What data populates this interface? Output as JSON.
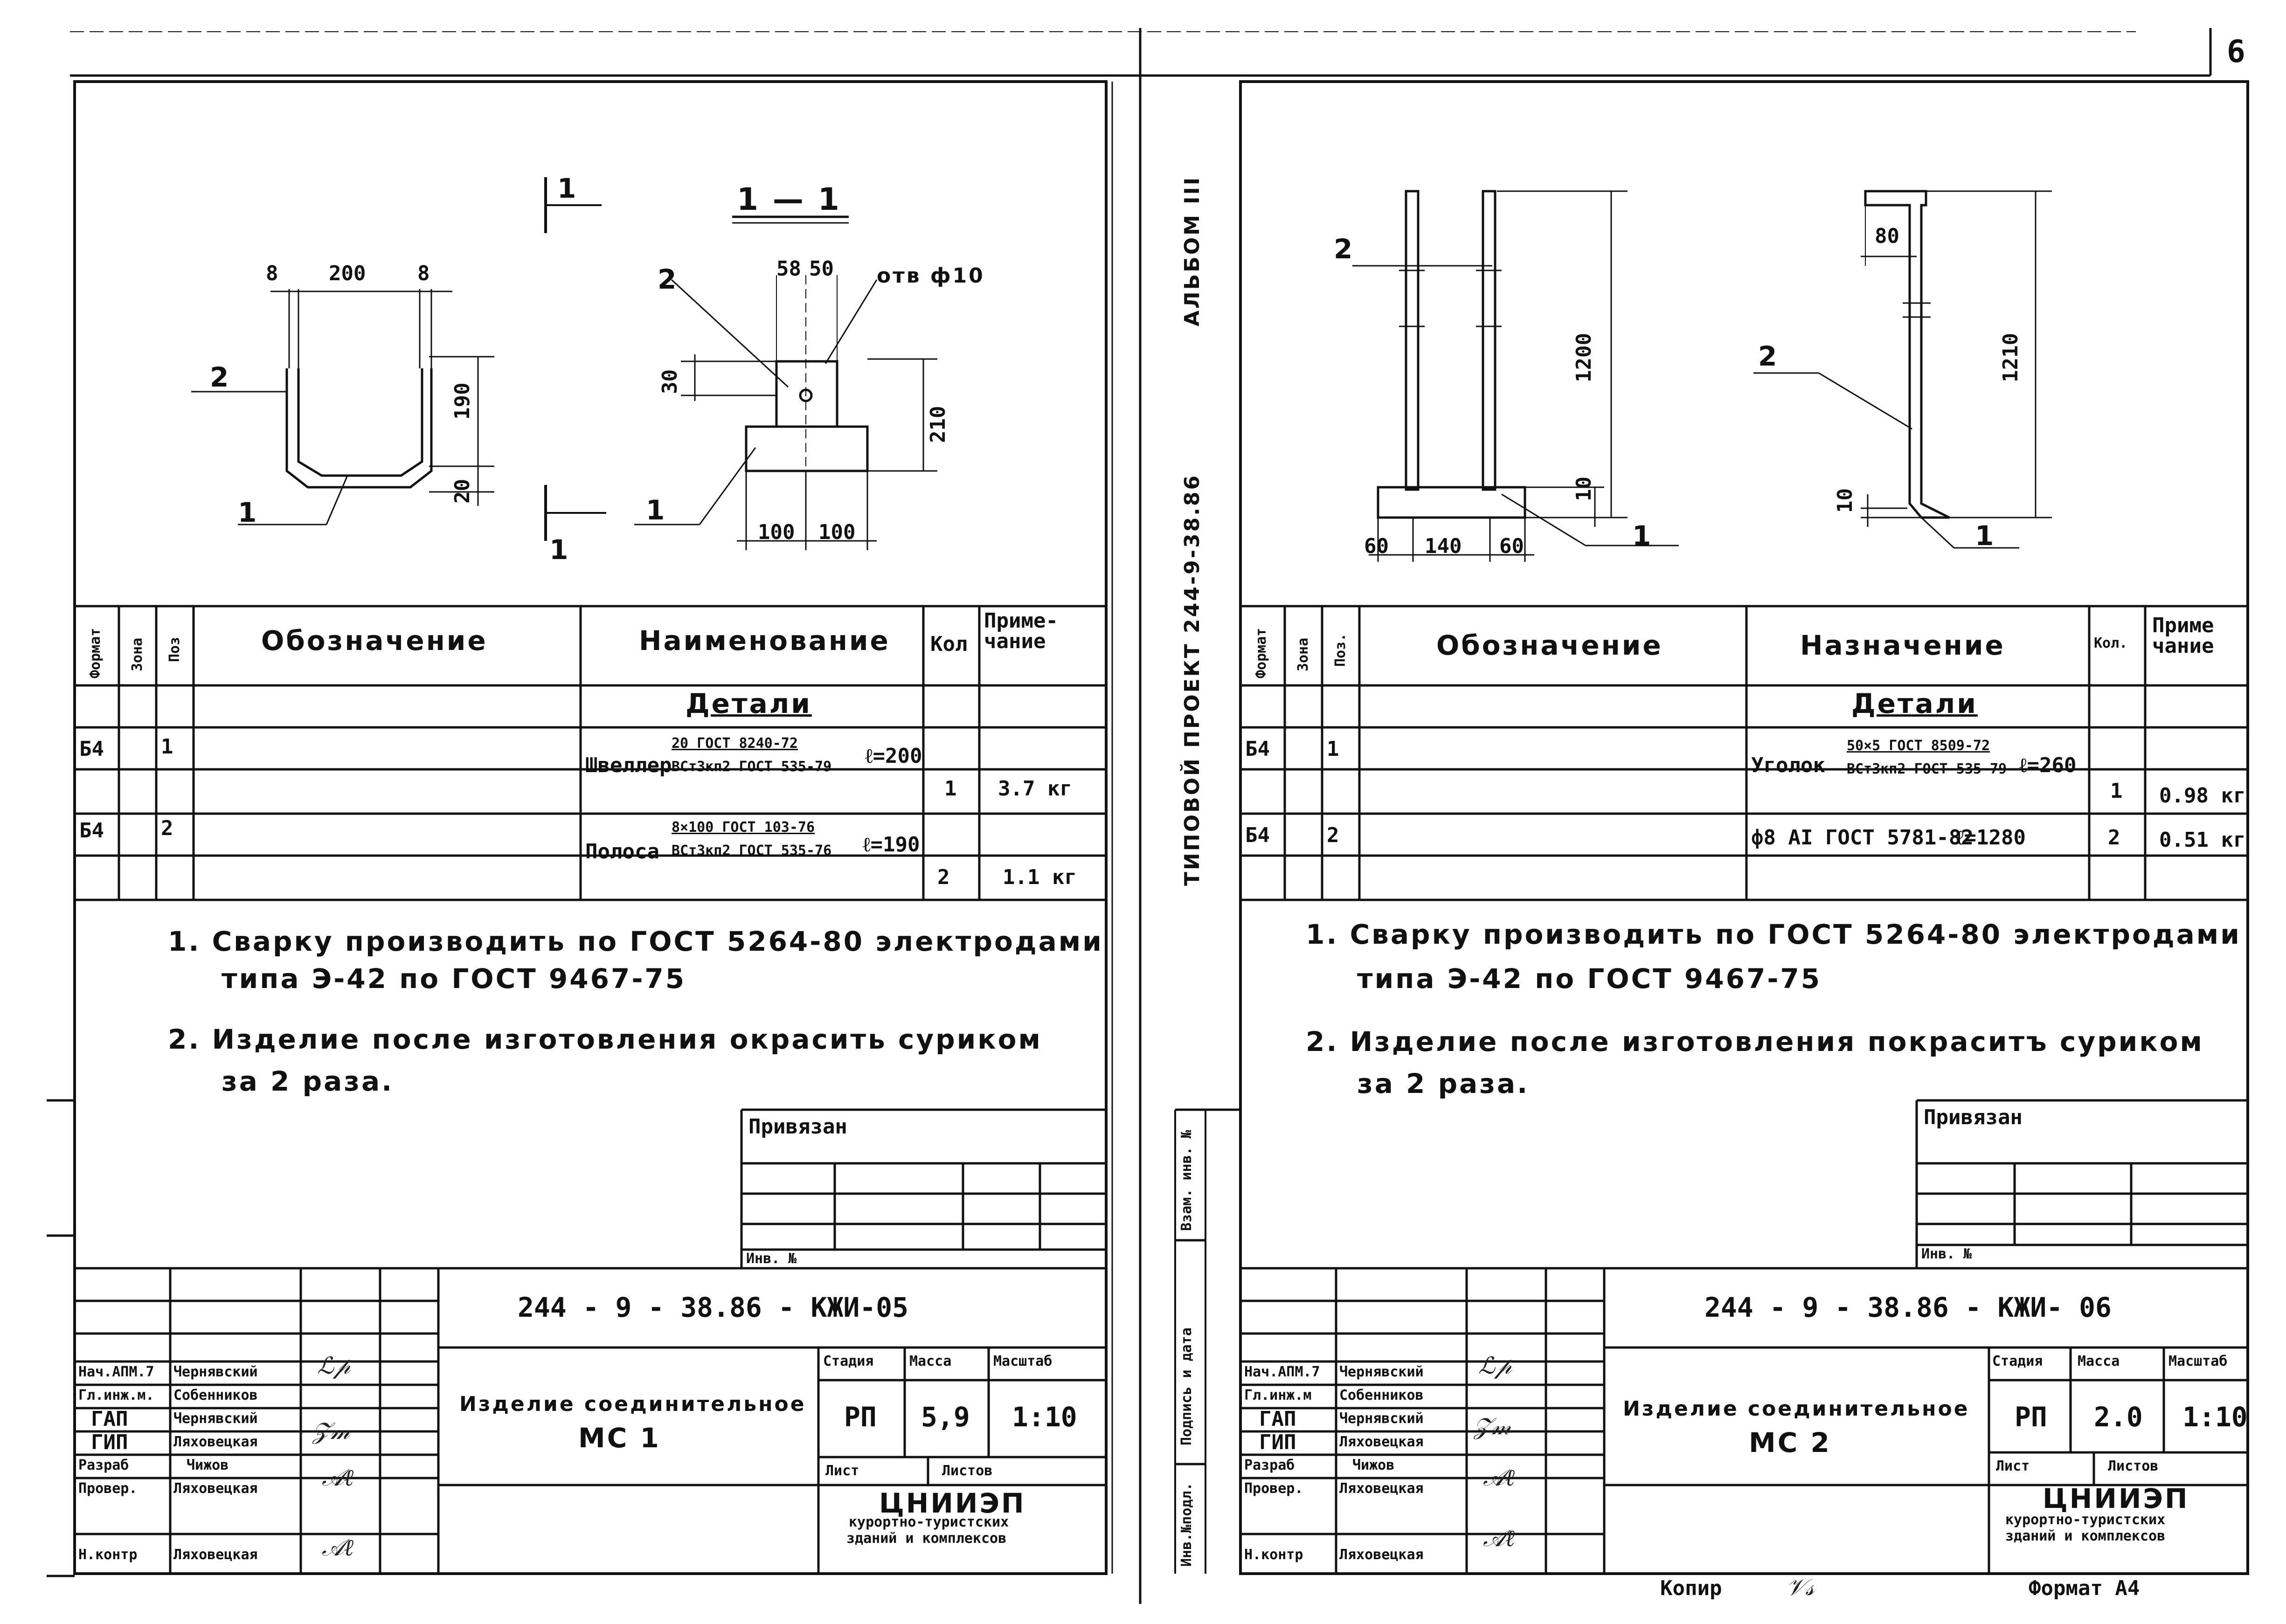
{
  "page_number": "6",
  "album_stamp": {
    "project": "ТИПОВОЙ ПРОЕКТ 244-9-38.86",
    "album": "АЛЬБОМ III"
  },
  "left": {
    "drawing": {
      "section_mark": "1",
      "section_title": "1 — 1",
      "hole_label": "отв ф10",
      "dims": [
        "8",
        "200",
        "8",
        "190",
        "20",
        "58",
        "50",
        "30",
        "210",
        "100",
        "100"
      ],
      "callouts": [
        "2",
        "1",
        "2",
        "1"
      ]
    },
    "spec": {
      "headers": {
        "format": "Формат",
        "zone": "Зона",
        "pos": "Поз",
        "designation": "Обозначение",
        "name": "Наименование",
        "qty": "Кол",
        "note": "Приме-чание"
      },
      "section": "Детали",
      "rows": [
        {
          "format": "Б4",
          "pos": "1",
          "name_main": "Швеллер",
          "fraction_top": "20 ГОСТ 8240-72",
          "fraction_bottom": "ВСт3кп2 ГОСТ 535-79",
          "length": "ℓ=200",
          "qty": "1",
          "note": "3.7 кг"
        },
        {
          "format": "Б4",
          "pos": "2",
          "name_main": "Полоса",
          "fraction_top": "8×100 ГОСТ 103-76",
          "fraction_bottom": "ВСт3кп2 ГОСТ 535-76",
          "length": "ℓ=190",
          "qty": "2",
          "note": "1.1 кг"
        }
      ]
    },
    "notes": [
      "1. Сварку производить по ГОСТ 5264-80 электродами",
      "типа Э-42 по ГОСТ 9467-75",
      "2. Изделие после изготовления окрасить суриком",
      "за 2 раза."
    ],
    "privyazan": "Привязан",
    "inv_no": "Инв. №",
    "title_block": {
      "code": "244 - 9 - 38.86 - КЖИ-05",
      "roles": [
        "Нач.АПМ.7",
        "Гл.инж.м.",
        "ГАП",
        "ГИП",
        "Разраб",
        "Провер.",
        "Н.контр"
      ],
      "names": [
        "Чернявский",
        "Собенников",
        "Чернявский",
        "Ляховецкая",
        "Чижов",
        "Ляховецкая",
        "Ляховецкая"
      ],
      "product_name": "Изделие соединительное",
      "product_mark": "МС 1",
      "stage_label": "Стадия",
      "mass_label": "Масса",
      "scale_label": "Масштаб",
      "stage": "РП",
      "mass": "5,9",
      "scale": "1:10",
      "sheet_label": "Лист",
      "sheets_label": "Листов",
      "org": "ЦНИИЭП",
      "org_sub1": "курортно-туристских",
      "org_sub2": "зданий и комплексов"
    }
  },
  "right": {
    "drawing": {
      "dims": [
        "1200",
        "10",
        "60",
        "140",
        "60",
        "80",
        "1210",
        "10"
      ],
      "callouts": [
        "2",
        "1",
        "2",
        "1"
      ]
    },
    "spec": {
      "headers": {
        "format": "Формат",
        "zone": "Зона",
        "pos": "Поз.",
        "designation": "Обозначение",
        "name": "Назначение",
        "qty": "Кол.",
        "note": "Приме чание"
      },
      "section": "Детали",
      "rows": [
        {
          "format": "Б4",
          "pos": "1",
          "name_main": "Уголок",
          "fraction_top": "50×5 ГОСТ 8509-72",
          "fraction_bottom": "ВСт3кп2 ГОСТ 535-79",
          "length": "ℓ=260",
          "qty": "1",
          "note": "0.98 кг"
        },
        {
          "format": "Б4",
          "pos": "2",
          "name_main": "ф8 AI ГОСТ 5781-82",
          "fraction_top": "",
          "fraction_bottom": "",
          "length": "ℓ=1280",
          "qty": "2",
          "note": "0.51 кг"
        }
      ]
    },
    "notes": [
      "1. Сварку производить по ГОСТ 5264-80 электродами",
      "типа Э-42 по ГОСТ 9467-75",
      "2. Изделие после изготовления покраситъ суриком",
      "за 2 раза."
    ],
    "privyazan": "Привязан",
    "inv_no": "Инв. №",
    "title_block": {
      "code": "244 - 9 - 38.86 - КЖИ- 06",
      "roles": [
        "Нач.АПМ.7",
        "Гл.инж.м",
        "ГАП",
        "ГИП",
        "Разраб",
        "Провер.",
        "Н.контр"
      ],
      "names": [
        "Чернявский",
        "Собенников",
        "Чернявский",
        "Ляховецкая",
        "Чижов",
        "Ляховецкая",
        "Ляховецкая"
      ],
      "product_name": "Изделие соединительное",
      "product_mark": "МС 2",
      "stage_label": "Стадия",
      "mass_label": "Масса",
      "scale_label": "Масштаб",
      "stage": "РП",
      "mass": "2.0",
      "scale": "1:10",
      "sheet_label": "Лист",
      "sheets_label": "Листов",
      "org": "ЦНИИЭП",
      "org_sub1": "курортно-туристских",
      "org_sub2": "зданий и комплексов"
    }
  },
  "side_strip": {
    "inv_podl": "Инв.№подл.",
    "podpis": "Подпись и дата",
    "vzam": "Взам. инв. №"
  },
  "footer": {
    "copied": "Копир",
    "format": "Формат А4"
  }
}
